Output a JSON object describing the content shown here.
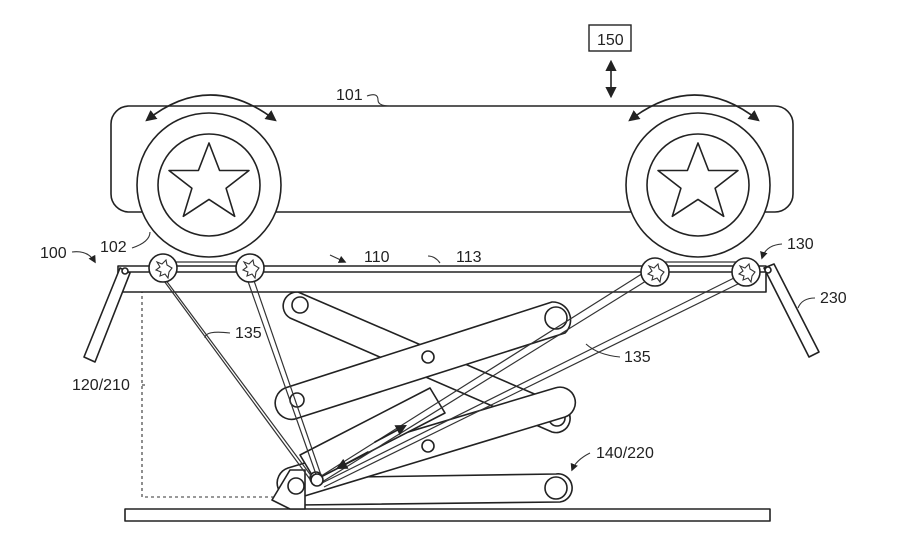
{
  "labels": {
    "actuator": "150",
    "vehicle": "101",
    "system": "100",
    "wheel": "102",
    "platform": "110",
    "surface": "113",
    "roller": "130",
    "cable_left": "135",
    "cable_right": "135",
    "height": "120/210",
    "lift": "140/220",
    "ramp": "230"
  }
}
